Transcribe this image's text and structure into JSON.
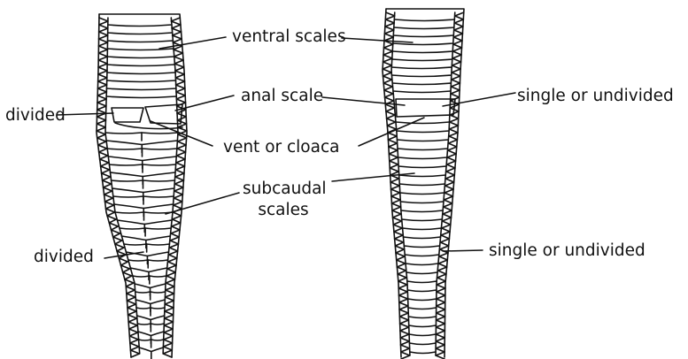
{
  "labels": {
    "ventral_scales": "ventral scales",
    "anal_scale": "anal scale",
    "vent_or_cloaca": "vent or cloaca",
    "subcaudal_line1": "subcaudal",
    "subcaudal_line2": "scales",
    "left_divided_anal": "divided",
    "left_divided_subcaudal": "divided",
    "right_single_anal": "single or undivided",
    "right_single_subcaudal": "single or undivided"
  },
  "colors": {
    "ink": "#111111",
    "background": "#ffffff"
  }
}
